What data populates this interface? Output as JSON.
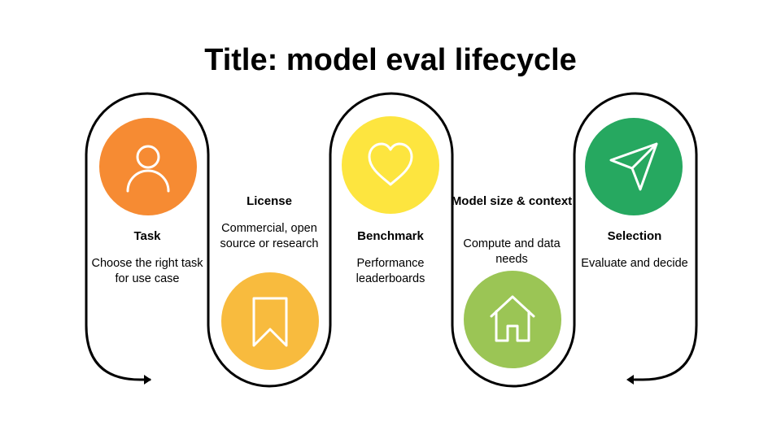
{
  "title": "Title: model eval lifecycle",
  "steps": [
    {
      "title": "Task",
      "description": "Choose the right task for use case",
      "color": "#F68B33",
      "icon": "user-icon"
    },
    {
      "title": "License",
      "description": "Commercial, open source or research",
      "color": "#F8BB3E",
      "icon": "bookmark-icon"
    },
    {
      "title": "Benchmark",
      "description": "Performance leaderboards",
      "color": "#FDE53F",
      "icon": "heart-icon"
    },
    {
      "title": "Model size & context",
      "description": "Compute and data needs",
      "color": "#9BC555",
      "icon": "home-icon"
    },
    {
      "title": "Selection",
      "description": "Evaluate and decide",
      "color": "#26A860",
      "icon": "send-icon"
    }
  ],
  "colors": {
    "connector": "#000000",
    "icon_stroke": "#ffffff"
  }
}
